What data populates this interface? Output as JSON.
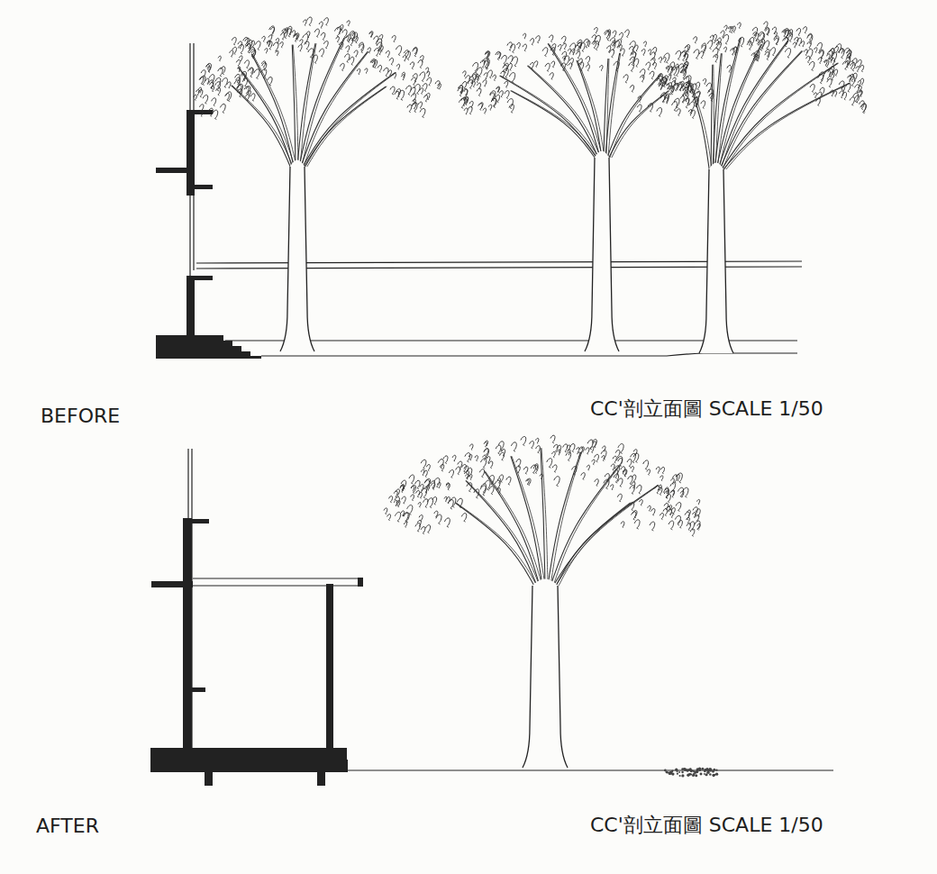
{
  "diagram": {
    "labels": [
      "BEFORE",
      "CC'剖立面圖 SCALE 1/50",
      "AFTER",
      "CC'剖立面圖 SCALE 1/50"
    ]
  }
}
